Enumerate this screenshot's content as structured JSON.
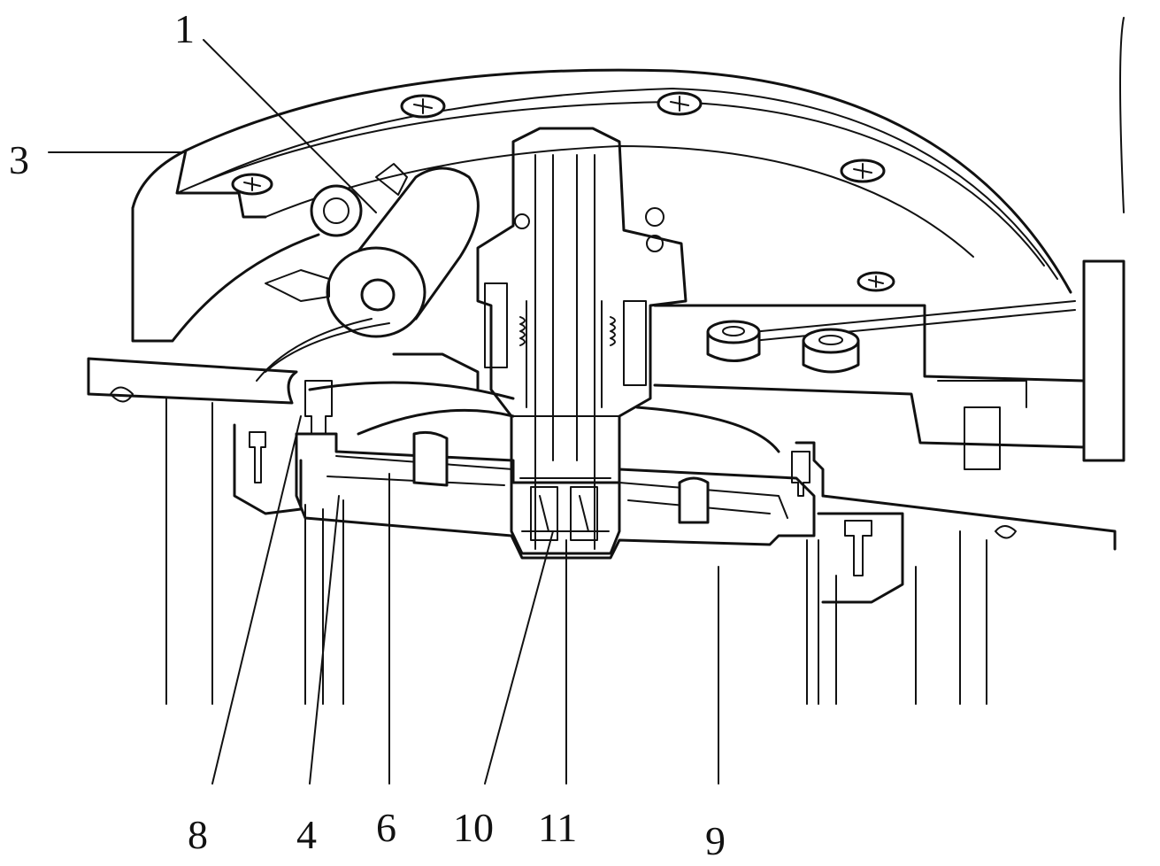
{
  "labels": {
    "l1": "1",
    "l3": "3",
    "l8": "8",
    "l4": "4",
    "l6": "6",
    "l10": "10",
    "l11": "11",
    "l9": "9"
  },
  "colors": {
    "ink": "#111111",
    "paper": "#ffffff"
  }
}
